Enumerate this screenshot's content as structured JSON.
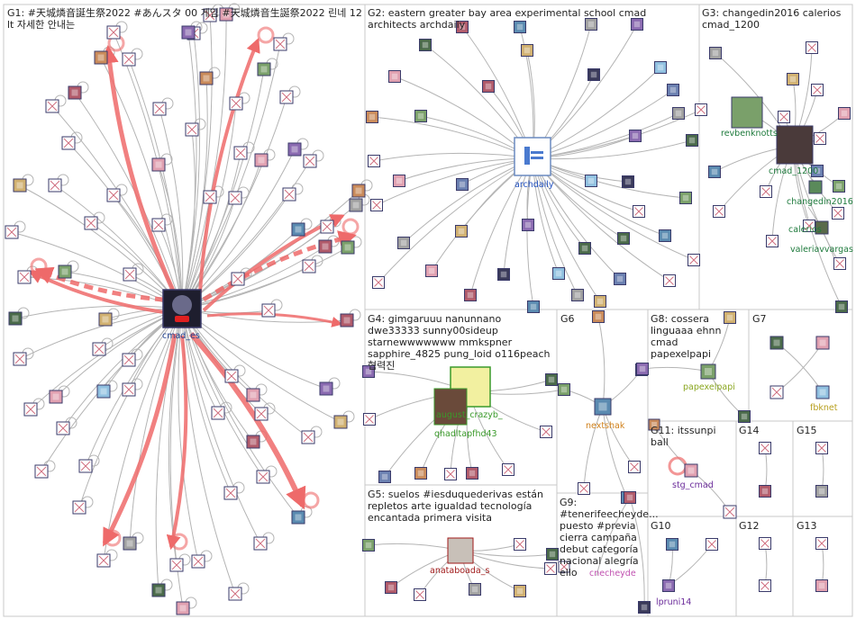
{
  "groups": [
    {
      "id": "G1",
      "title": "G1: #天城燐音誕生祭2022 #あんスタ 00 게임 #天城燐音生誕祭2022 린네 12 lt 자세한 안내는"
    },
    {
      "id": "G2",
      "title": "G2: eastern greater bay area experimental school cmad architects archdaily"
    },
    {
      "id": "G3",
      "title": "G3: changedin2016 calerios cmad_1200"
    },
    {
      "id": "G4",
      "title": "G4: gimgaruuu nanunnano dwe33333 sunny00sideup starnewwwwwww mmkspner sapphire_4825 pung_loid o116peach 협력진"
    },
    {
      "id": "G5",
      "title": "G5: suelos #iesduquederivas están repletos arte igualdad tecnología encantada primera visita"
    },
    {
      "id": "G6",
      "title": "G6"
    },
    {
      "id": "G7",
      "title": "G7"
    },
    {
      "id": "G8",
      "title": "G8: cossera linguaaa ehnn cmad papexelpapi"
    },
    {
      "id": "G9",
      "title": "G9: #tenerifeecheyde... puesto #previa cierra campaña debut categoría nacional alegría ello"
    },
    {
      "id": "G10",
      "title": "G10"
    },
    {
      "id": "G11",
      "title": "G11: itssunpi ball"
    },
    {
      "id": "G12",
      "title": "G12"
    },
    {
      "id": "G13",
      "title": "G13"
    },
    {
      "id": "G14",
      "title": "G14"
    },
    {
      "id": "G15",
      "title": "G15"
    }
  ],
  "hub_labels": {
    "cmad_es": "cmad_es",
    "archdaily": "archdaily",
    "revbenknotts": "revbenknotts",
    "cmad_1200": "cmad_1200",
    "changedin2016": "changedin2016",
    "calerios": "calerios",
    "valeriavvargas": "valeriavvargas",
    "august_crazyb": "august_crazyb_",
    "qhadltapfhd43": "qhadltapfhd43",
    "anataboada_s": "anataboada_s",
    "nextshak": "nextshak",
    "papexelpapi": "papexelpapi",
    "fbknet": "fbknet",
    "stg_cmad": "stg_cmad",
    "cnecheyde": "cnecheyde",
    "lpruni14": "lpruni14"
  },
  "colors": {
    "edge": "#b4b4b4",
    "edge_strong": "#ee6a6a",
    "g1_label": "#1f3f8f",
    "g2_label": "#1f4fbf",
    "g3_label": "#1e7a3c",
    "g4_label": "#3a9a2a",
    "g5_label": "#a01a1a",
    "g6_label": "#d0801a",
    "g8_label": "#8aa620",
    "g7_label": "#b8a020",
    "g11_label": "#6a2a9a",
    "g9_label": "#c050b0",
    "g10_label": "#6a2a9a"
  }
}
